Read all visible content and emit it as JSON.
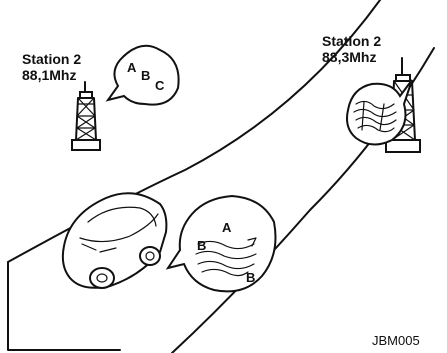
{
  "station_left": {
    "name": "Station 2",
    "frequency": "88,1Mhz",
    "signal_letters": [
      "A",
      "B",
      "C"
    ]
  },
  "station_right": {
    "name": "Station 2",
    "frequency": "88,3Mhz"
  },
  "car_reception": {
    "letters": [
      "A",
      "B",
      "B"
    ]
  },
  "figure_code": "JBM005"
}
